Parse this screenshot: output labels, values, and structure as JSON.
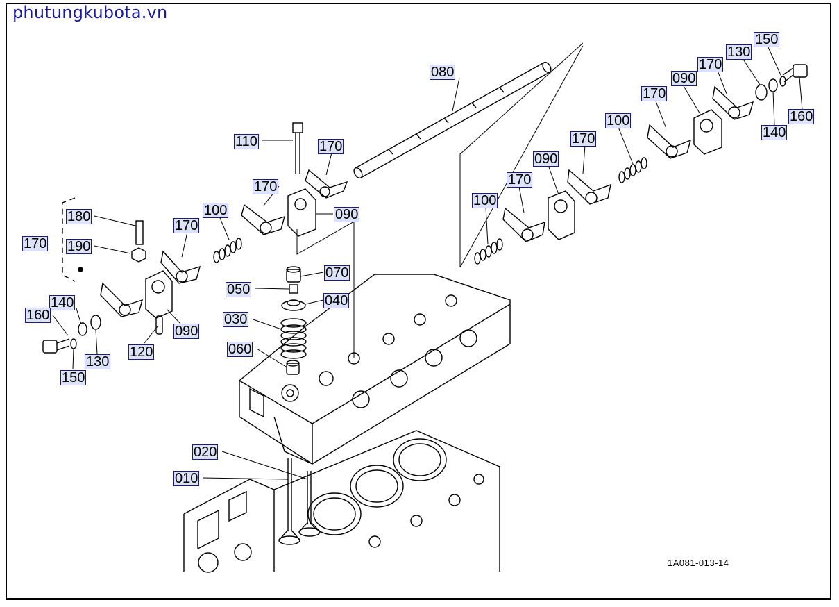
{
  "site": {
    "brand": "phutungkubota.vn"
  },
  "diagram": {
    "reference_code": "1A081-013-14",
    "callouts": [
      {
        "text": "080"
      },
      {
        "text": "110"
      },
      {
        "text": "170"
      },
      {
        "text": "170"
      },
      {
        "text": "090"
      },
      {
        "text": "100"
      },
      {
        "text": "170"
      },
      {
        "text": "180"
      },
      {
        "text": "170"
      },
      {
        "text": "190"
      },
      {
        "text": "140"
      },
      {
        "text": "160"
      },
      {
        "text": "150"
      },
      {
        "text": "130"
      },
      {
        "text": "120"
      },
      {
        "text": "090"
      },
      {
        "text": "070"
      },
      {
        "text": "050"
      },
      {
        "text": "040"
      },
      {
        "text": "030"
      },
      {
        "text": "060"
      },
      {
        "text": "020"
      },
      {
        "text": "010"
      },
      {
        "text": "150"
      },
      {
        "text": "130"
      },
      {
        "text": "170"
      },
      {
        "text": "090"
      },
      {
        "text": "170"
      },
      {
        "text": "100"
      },
      {
        "text": "170"
      },
      {
        "text": "090"
      },
      {
        "text": "170"
      },
      {
        "text": "160"
      },
      {
        "text": "140"
      },
      {
        "text": "100"
      },
      {
        "text": "170"
      }
    ]
  }
}
